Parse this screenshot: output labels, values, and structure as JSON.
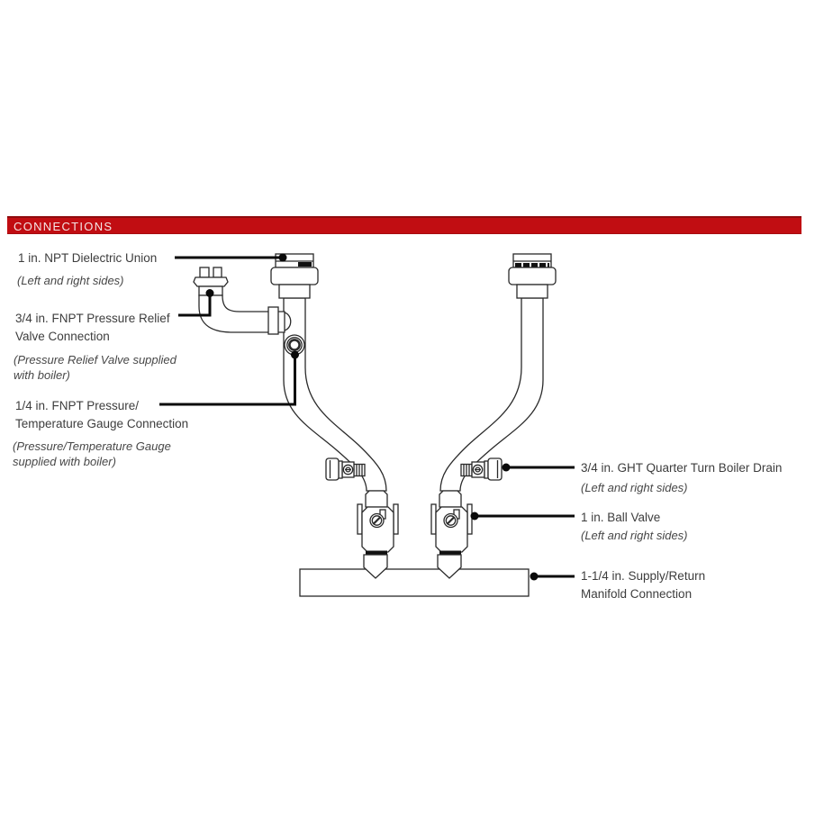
{
  "header": {
    "title": "CONNECTIONS"
  },
  "colors": {
    "header_bar": "#C10D12",
    "header_bar_edge": "#8F0B0E",
    "header_text": "#F4E6E6",
    "diagram_line": "#2a2a2a",
    "callout_line": "#0a0a0a",
    "label_text": "#3d3d3d"
  },
  "callouts": {
    "dielectric_union": {
      "label": "1 in. NPT Dielectric Union",
      "note": "(Left and right sides)"
    },
    "pressure_relief": {
      "lines": [
        "3/4 in. FNPT Pressure Relief",
        "Valve Connection"
      ],
      "note_lines": [
        "(Pressure Relief Valve supplied",
        "with boiler)"
      ]
    },
    "gauge": {
      "lines": [
        "1/4 in. FNPT Pressure/",
        "Temperature Gauge Connection"
      ],
      "note_lines": [
        "(Pressure/Temperature Gauge",
        "supplied with boiler)"
      ]
    },
    "boiler_drain": {
      "label": "3/4 in. GHT Quarter Turn Boiler Drain",
      "note": "(Left and right sides)"
    },
    "ball_valve": {
      "label": "1 in. Ball Valve",
      "note": "(Left and right sides)"
    },
    "manifold": {
      "lines": [
        "1-1/4 in. Supply/Return",
        "Manifold Connection"
      ]
    }
  },
  "diagram_parts": [
    "dielectric-union-left",
    "dielectric-union-right",
    "pressure-relief-connection",
    "gauge-connection-port",
    "boiler-drain-left",
    "boiler-drain-right",
    "ball-valve-left",
    "ball-valve-right",
    "supply-return-manifold"
  ]
}
